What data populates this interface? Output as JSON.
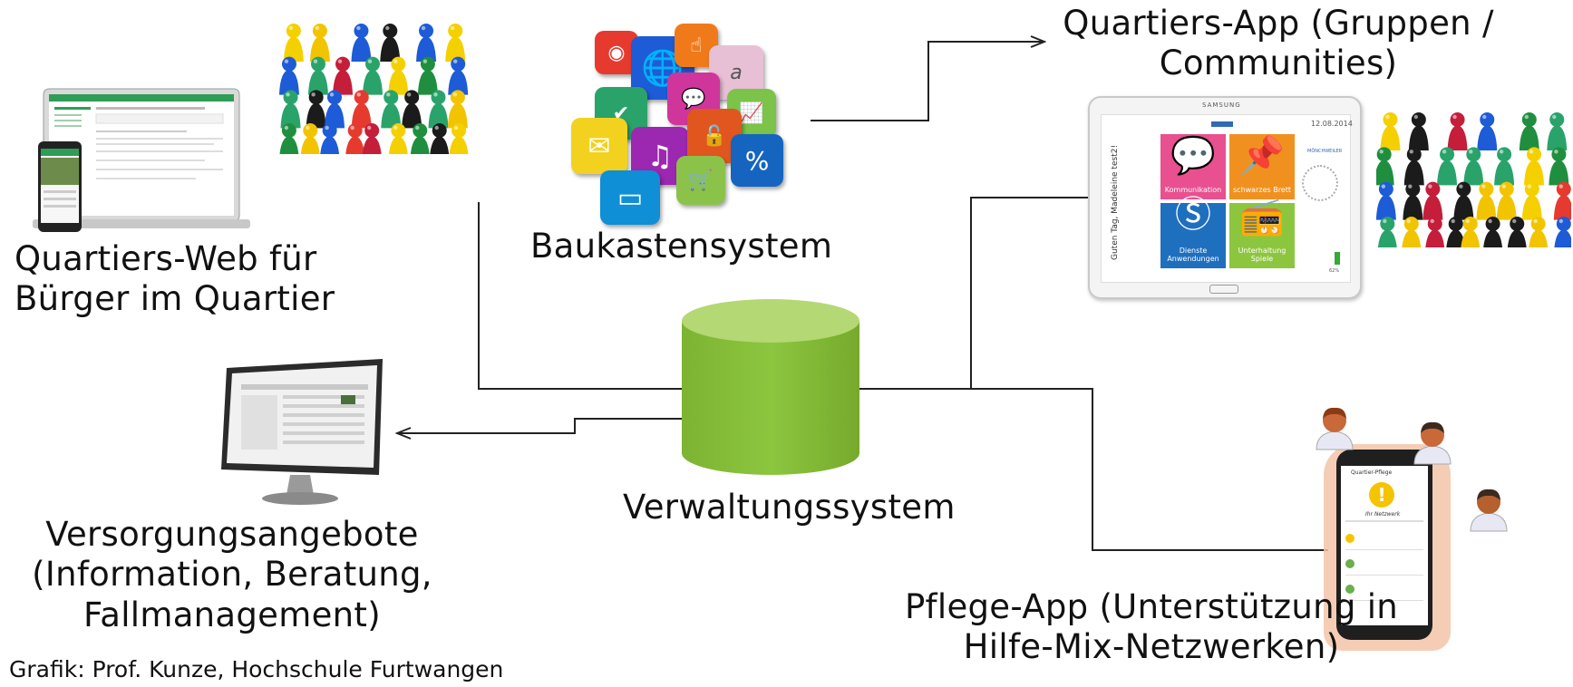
{
  "nodes": {
    "quartiers_web": {
      "line1": "Quartiers-Web für",
      "line2": "Bürger im Quartier"
    },
    "baukasten": {
      "label": "Baukastensystem"
    },
    "quartiers_app": {
      "line1": "Quartiers-App (Gruppen /",
      "line2": "Communities)"
    },
    "verwaltung": {
      "label": "Verwaltungssystem"
    },
    "versorgung": {
      "line1": "Versorgungsangebote",
      "line2": "(Information, Beratung,",
      "line3": "Fallmanagement)"
    },
    "pflege_app": {
      "line1": "Pflege-App (Unterstützung in",
      "line2": "Hilfe-Mix-Netzwerken)"
    }
  },
  "caption": "Grafik: Prof. Kunze, Hochschule Furtwangen",
  "tablet": {
    "brand": "SAMSUNG",
    "date": "12.08.2014",
    "greeting": "Guten Tag, Madeleine test2!",
    "city": "MÖNCHWEILER",
    "battery": "62%",
    "tiles": [
      {
        "label": "Kommunikation",
        "color": "#e8508f"
      },
      {
        "label": "schwarzes Brett",
        "color": "#f0911f"
      },
      {
        "label": "Dienste Anwendungen",
        "color": "#1f6fbf"
      },
      {
        "label": "Unterhaltung Spiele",
        "color": "#8cc63f"
      }
    ]
  },
  "phone": {
    "header": "Quartier-Pflege",
    "title": "Ihr Netzwerk"
  },
  "colors": {
    "database": "#8cc63f",
    "database_top": "#a8d36a",
    "line": "#222222"
  }
}
